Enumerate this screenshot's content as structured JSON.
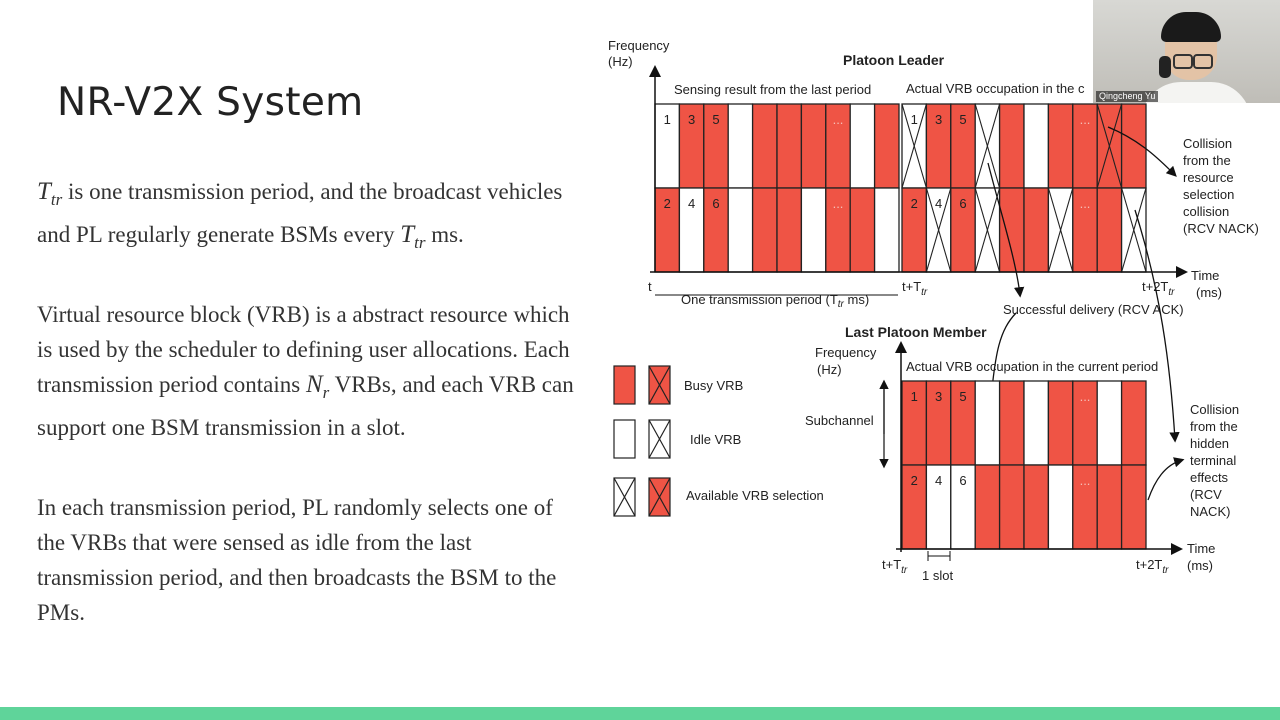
{
  "slide": {
    "title": "NR-V2X System",
    "para1": {
      "m1_base": "T",
      "m1_sub": "tr",
      "text1": " is one transmission period, and the broadcast vehicles and PL regularly generate BSMs every ",
      "m2_base": "T",
      "m2_sub": "tr",
      "text2": " ms."
    },
    "para2": {
      "text1": "Virtual resource block (VRB) is a abstract resource which is used by the scheduler to defining user allocations. Each transmission period contains ",
      "m_base": "N",
      "m_sub": "r",
      "text2": " VRBs, and each VRB can support one BSM transmission in a slot."
    },
    "para3": "In each transmission period, PL randomly selects one of the VRBs that were sensed as idle from the last transmission period, and then broadcasts the BSM to the PMs."
  },
  "figure": {
    "top": {
      "title": "Platoon Leader",
      "freq_label": [
        "Frequency",
        "(Hz)"
      ],
      "time_label": [
        "Time",
        "(ms)"
      ],
      "section1": "Sensing result from the last period",
      "section2": "Actual VRB occupation in the c",
      "t_start": "t",
      "t_mid_prefix": "t+T",
      "t_end_prefix": "t+2T",
      "t_sub": "tr",
      "period_label": "One transmission period (T",
      "period_sub": "tr",
      "period_suffix": " ms)",
      "ellipsis": "...",
      "collision_label": [
        "Collision",
        "from the",
        "resource",
        "selection",
        "collision",
        "(RCV NACK)"
      ],
      "success_label": "Successful delivery (RCV ACK)",
      "left_top_numbers": [
        "1",
        "3",
        "5"
      ],
      "left_bottom_numbers": [
        "2",
        "4",
        "6"
      ],
      "right_top_numbers": [
        "1",
        "3",
        "5"
      ],
      "right_bottom_numbers": [
        "2",
        "4",
        "6"
      ]
    },
    "bottom": {
      "title": "Last Platoon Member",
      "freq_label": [
        "Frequency",
        "(Hz)"
      ],
      "time_label": [
        "Time",
        "(ms)"
      ],
      "section": "Actual VRB occupation in the current period",
      "subchannel": "Subchannel",
      "t_start_prefix": "t+T",
      "t_end_prefix": "t+2T",
      "t_sub": "tr",
      "slot_label": "1 slot",
      "collision_label": [
        "Collision",
        "from the",
        "hidden",
        "terminal",
        "effects",
        "(RCV",
        "NACK)"
      ],
      "top_numbers": [
        "1",
        "3",
        "5"
      ],
      "bottom_numbers": [
        "2",
        "4",
        "6"
      ],
      "ellipsis": "..."
    },
    "legend": {
      "busy": "Busy VRB",
      "idle": "Idle VRB",
      "available": "Available VRB selection"
    },
    "colors": {
      "busy": "#ef5445",
      "idle": "#ffffff",
      "border": "#222222"
    }
  },
  "webcam": {
    "name": "Qingcheng Yu"
  }
}
